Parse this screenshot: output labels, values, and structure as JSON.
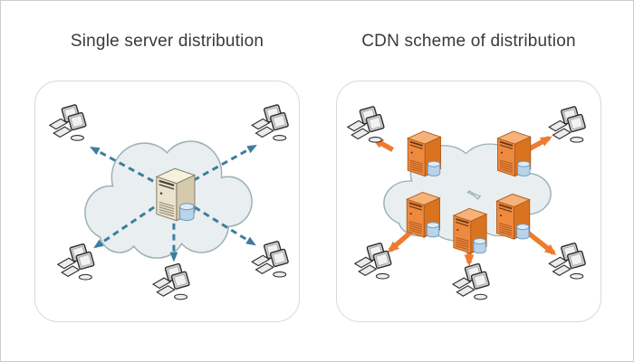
{
  "panels": [
    {
      "title": "Single server distribution",
      "scheme": "single-server",
      "server_count": 1,
      "client_count": 5,
      "arrow_style": "dashed"
    },
    {
      "title": "CDN scheme of distribution",
      "scheme": "cdn",
      "server_count": 5,
      "client_count": 5,
      "arrow_style": "solid"
    }
  ],
  "colors": {
    "teal_arrow": "#3c7e9d",
    "orange_arrow": "#ee7b30",
    "cloud_fill": "#e9eef0",
    "cloud_stroke": "#9cb2b5",
    "panel_border": "#d9d9d9",
    "title_color": "#3a3a3a",
    "srv_beige_front": "#ebe3cd",
    "srv_beige_top": "#f6f0de",
    "srv_beige_side": "#d6caac",
    "srv_beige_line": "#8b8573",
    "srv_orange_front": "#ee8a40",
    "srv_orange_top": "#f6b278",
    "srv_orange_side": "#d9731f",
    "srv_orange_line": "#b05c1a",
    "db_body": "#b9d3ea",
    "db_top": "#ddecf6",
    "db_line": "#6f9cc8",
    "ws_line": "#2e2e2e",
    "ws_screen": "#f2f2f2"
  }
}
